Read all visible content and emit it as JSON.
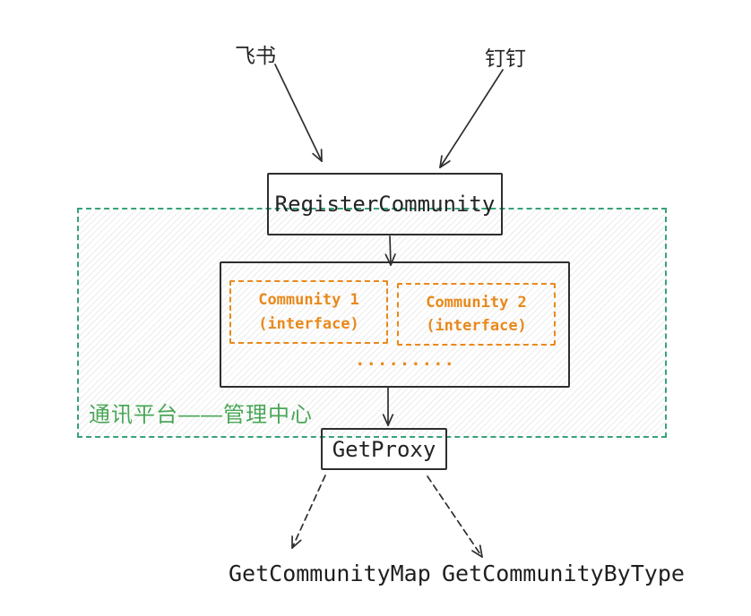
{
  "colors": {
    "container_border_green": "#38a277",
    "container_label_green": "#4aa757",
    "interface_orange": "#e8891c",
    "node_stroke": "#2e2e2e",
    "hatch_gray": "#ececec"
  },
  "sources": {
    "feishu": "飞书",
    "dingtalk": "钉钉"
  },
  "register_box": {
    "label": "RegisterCommunity"
  },
  "platform": {
    "label": "通讯平台——管理中心",
    "communities": [
      {
        "line1": "Community 1",
        "line2": "(interface)"
      },
      {
        "line1": "Community 2",
        "line2": "(interface)"
      }
    ],
    "ellipsis": "........."
  },
  "proxy_box": {
    "label": "GetProxy"
  },
  "outputs": {
    "community_map": "GetCommunityMap",
    "community_by_type": "GetCommunityByType"
  }
}
